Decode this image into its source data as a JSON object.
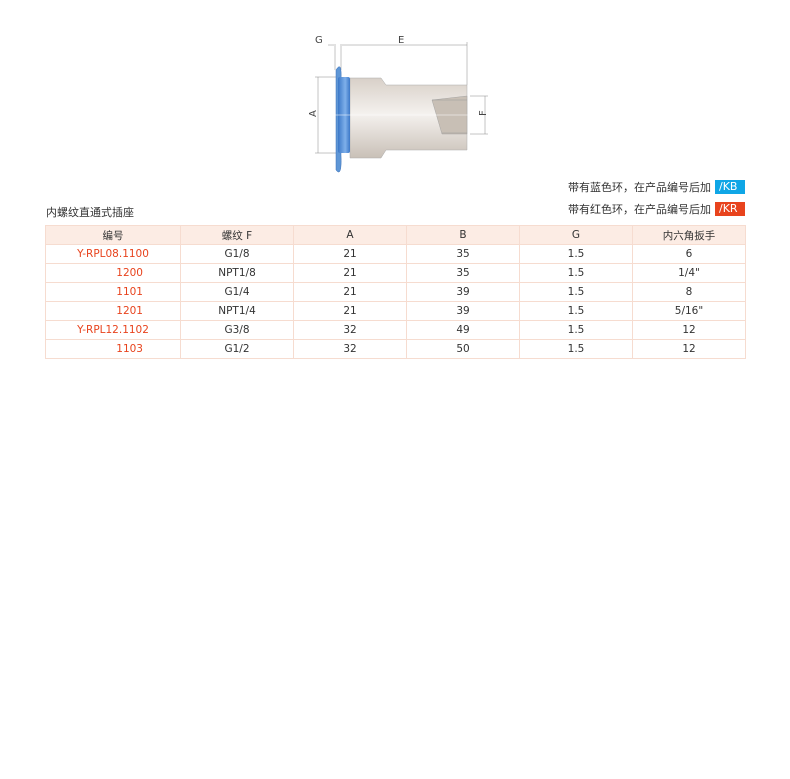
{
  "drawing": {
    "labels": {
      "g": "G",
      "e": "E",
      "a": "A",
      "f": "F"
    }
  },
  "notes": [
    {
      "text": "带有蓝色环，在产品编号后加",
      "tag": "/KB",
      "color": "#0fa6e6"
    },
    {
      "text": "带有红色环，在产品编号后加",
      "tag": "/KR",
      "color": "#e8431d"
    }
  ],
  "title": "内螺纹直通式插座",
  "table": {
    "headers": [
      "编号",
      "螺纹 F",
      "A",
      "B",
      "G",
      "内六角扳手"
    ],
    "rows": [
      [
        "Y-RPL08.1100",
        "G1/8",
        "21",
        "35",
        "1.5",
        "6"
      ],
      [
        "1200",
        "NPT1/8",
        "21",
        "35",
        "1.5",
        "1/4\""
      ],
      [
        "1101",
        "G1/4",
        "21",
        "39",
        "1.5",
        "8"
      ],
      [
        "1201",
        "NPT1/4",
        "21",
        "39",
        "1.5",
        "5/16\""
      ],
      [
        "Y-RPL12.1102",
        "G3/8",
        "32",
        "49",
        "1.5",
        "12"
      ],
      [
        "1103",
        "G1/2",
        "32",
        "50",
        "1.5",
        "12"
      ]
    ]
  }
}
